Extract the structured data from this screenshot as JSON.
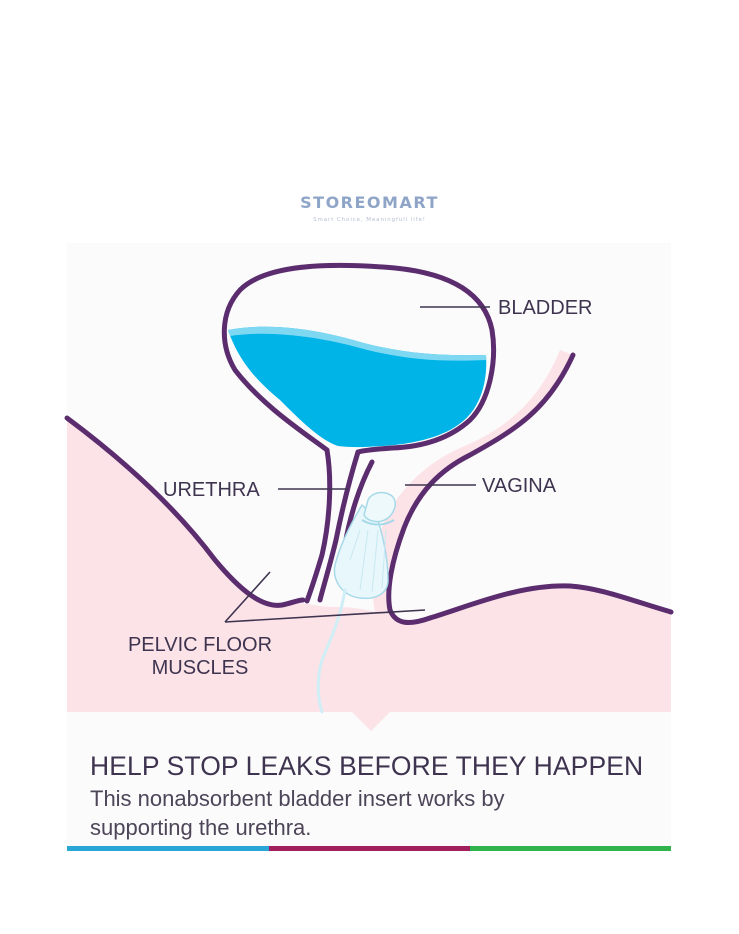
{
  "logo": {
    "name": "STOREOMART",
    "tagline": "Smart Choice, Meaningfull life!"
  },
  "labels": {
    "bladder": "BLADDER",
    "urethra": "URETHRA",
    "vagina": "VAGINA",
    "pelvic_floor_line1": "PELVIC FLOOR",
    "pelvic_floor_line2": "MUSCLES"
  },
  "caption": {
    "headline": "HELP STOP LEAKS BEFORE THEY HAPPEN",
    "body": "This nonabsorbent bladder insert works by supporting the urethra."
  },
  "colors": {
    "outline": "#5b2d6e",
    "fluid": "#00b4e8",
    "tissue": "#fbe3e8",
    "bar_blue": "#2aa6d6",
    "bar_magenta": "#a01f5c",
    "bar_green": "#30b34a"
  }
}
